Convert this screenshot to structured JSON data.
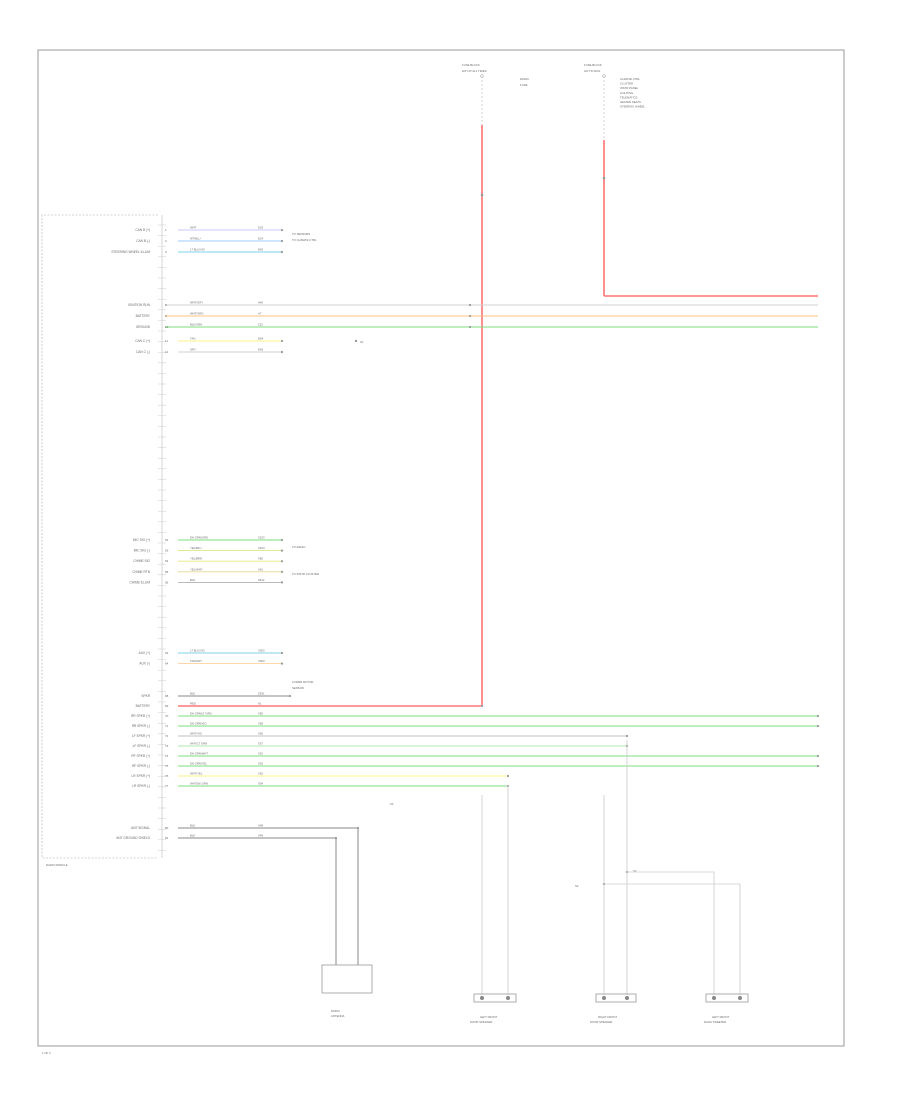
{
  "diagram": {
    "module_name": "RADIO MODULE",
    "page_ref": "1 OF 3",
    "fuse_a": {
      "header": "FUSE BLOCK",
      "sub": "HOT AT ALL TIMES",
      "notes": [
        "RADIO",
        "FUSE"
      ]
    },
    "fuse_b": {
      "header": "FUSE BLOCK",
      "sub": "HOT IN RUN",
      "notes": [
        "CLIMATE CTRL",
        "CLUSTER",
        "INSTR PANEL",
        "LIGHTING",
        "TELEMATICS",
        "HEATED SEATS",
        "STEERING WHEEL"
      ]
    },
    "connectors": [
      "S1",
      "S2",
      "S3",
      "S4"
    ],
    "components": [
      {
        "name": "RADIO",
        "sub": "ANTENNA"
      },
      {
        "name": "LEFT FRONT",
        "sub": "DOOR SPEAKER"
      },
      {
        "name": "RIGHT FRONT",
        "sub": "DOOR SPEAKER"
      },
      {
        "name": "LEFT FRONT",
        "sub": "DASH TWEETER"
      }
    ],
    "pins_upper": [
      {
        "num": "1",
        "label": "CAN B (+)",
        "wire": "WHT",
        "circ": "D25"
      },
      {
        "num": "2",
        "label": "CAN B (-)",
        "wire": "WT/BLU",
        "circ": "D24"
      },
      {
        "num": "3",
        "label": "STEERING WHEEL ILLUM",
        "wire": "LT BLU/VIO",
        "circ": "E45"
      },
      {
        "num": "8",
        "label": "IGNITION RUN",
        "wire": "WHT/GRY",
        "circ": "A46"
      },
      {
        "num": "9",
        "label": "BATTERY",
        "wire": "WHT/ORG",
        "circ": "A7"
      },
      {
        "num": "10",
        "label": "GROUND",
        "wire": "BLK/GRN",
        "circ": "Z22"
      },
      {
        "num": "11",
        "label": "CAN C (+)",
        "wire": "TAN",
        "circ": "D64"
      },
      {
        "num": "12",
        "label": "CAN C (-)",
        "wire": "GRY",
        "circ": "D65"
      }
    ],
    "pins_mid": [
      {
        "num": "52",
        "label": "MIC SIG (+)",
        "wire": "DK GRN/ORG",
        "circ": "X153"
      },
      {
        "num": "53",
        "label": "MIC SIG (-)",
        "wire": "YEL/BLU",
        "circ": "X154"
      },
      {
        "num": "54",
        "label": "CHIME SIG",
        "wire": "YEL/BRN",
        "circ": "X60"
      },
      {
        "num": "55",
        "label": "CHIME RTN",
        "wire": "YEL/WHT",
        "circ": "X61"
      },
      {
        "num": "56",
        "label": "CHIME ILLUM",
        "wire": "BLK",
        "circ": "Z912"
      }
    ],
    "pins_low": [
      {
        "num": "63",
        "label": "AUX (+)",
        "wire": "LT BLU/VIO",
        "circ": "X303"
      },
      {
        "num": "64",
        "label": "AUX (-)",
        "wire": "TAN/GRY",
        "circ": "X304"
      }
    ],
    "pins_spk": [
      {
        "num": "68",
        "label": "SPKR",
        "wire": "BLK",
        "circ": "Z931",
        "color": "#8a8a8a"
      },
      {
        "num": "69",
        "label": "BATTERY",
        "wire": "RED",
        "circ": "A1",
        "color": "#ff3030"
      },
      {
        "num": "70",
        "label": "RR SPKR (+)",
        "wire": "DK GRN/LT GRN",
        "circ": "X56",
        "color": "#7dde7d"
      },
      {
        "num": "71",
        "label": "RR SPKR (-)",
        "wire": "DK GRN/VIO",
        "circ": "X58",
        "color": "#7dde7d"
      },
      {
        "num": "72",
        "label": "LF SPKR (+)",
        "wire": "WHT/VIO",
        "circ": "X55",
        "color": "#c0c0c0"
      },
      {
        "num": "73",
        "label": "LF SPKR (-)",
        "wire": "WHT/LT GRN",
        "circ": "X57",
        "color": "#b0e8b0"
      },
      {
        "num": "74",
        "label": "RF SPKR (+)",
        "wire": "DK GRN/WHT",
        "circ": "X51",
        "color": "#7dde7d"
      },
      {
        "num": "75",
        "label": "RF SPKR (-)",
        "wire": "DK GRN/YEL",
        "circ": "X53",
        "color": "#7dde7d"
      },
      {
        "num": "76",
        "label": "LR SPKR (+)",
        "wire": "WHT/YEL",
        "circ": "X52",
        "color": "#fff08a"
      },
      {
        "num": "77",
        "label": "LR SPKR (-)",
        "wire": "WHT/DK GRN",
        "circ": "X54",
        "color": "#7dde7d"
      }
    ],
    "pins_ant": [
      {
        "num": "80",
        "label": "ANT SIGNAL",
        "wire": "BLK",
        "circ": "X48"
      },
      {
        "num": "81",
        "label": "ANT GROUND SHIELD",
        "wire": "BLK",
        "circ": "X49"
      }
    ],
    "notes": [
      "TO SENSORS",
      "TO CLIMATE CTRL",
      "TO RADIO",
      "TO INSTR CLUSTER",
      "LOWER MOTOR",
      "SENSOR"
    ]
  }
}
